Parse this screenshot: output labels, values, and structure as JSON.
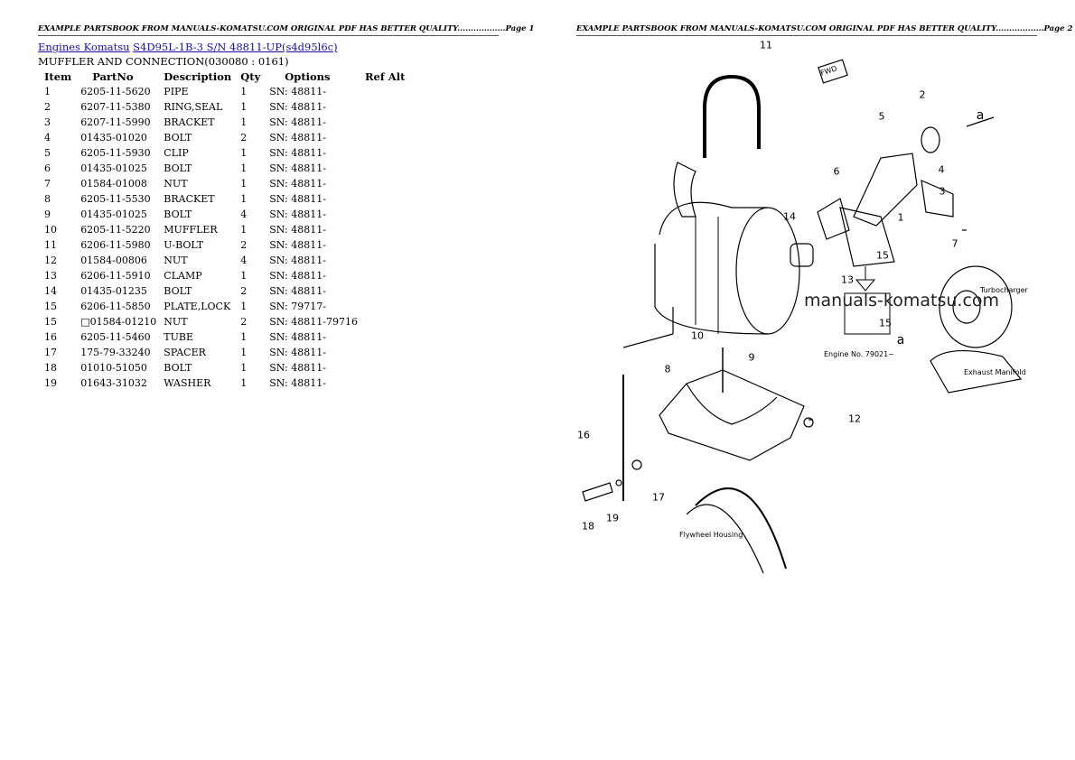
{
  "page1": {
    "header": "EXAMPLE PARTSBOOK FROM MANUALS-KOMATSU.COM ORIGINAL PDF HAS BETTER QUALITY..................Page 1",
    "breadcrumb": {
      "link1": "Engines Komatsu",
      "link2": "S4D95L-1B-3 S/N 48811-UP(s4d95l6c)"
    },
    "section_title": "MUFFLER AND CONNECTION(030080 : 0161)",
    "columns": [
      "Item",
      "PartNo",
      "Description",
      "Qty",
      "Options",
      "Ref Alt"
    ],
    "rows": [
      [
        "1",
        "6205-11-5620",
        "PIPE",
        "1",
        "SN: 48811-"
      ],
      [
        "2",
        "6207-11-5380",
        "RING,SEAL",
        "1",
        "SN: 48811-"
      ],
      [
        "3",
        "6207-11-5990",
        "BRACKET",
        "1",
        "SN: 48811-"
      ],
      [
        "4",
        "01435-01020",
        "BOLT",
        "2",
        "SN: 48811-"
      ],
      [
        "5",
        "6205-11-5930",
        "CLIP",
        "1",
        "SN: 48811-"
      ],
      [
        "6",
        "01435-01025",
        "BOLT",
        "1",
        "SN: 48811-"
      ],
      [
        "7",
        "01584-01008",
        "NUT",
        "1",
        "SN: 48811-"
      ],
      [
        "8",
        "6205-11-5530",
        "BRACKET",
        "1",
        "SN: 48811-"
      ],
      [
        "9",
        "01435-01025",
        "BOLT",
        "4",
        "SN: 48811-"
      ],
      [
        "10",
        "6205-11-5220",
        "MUFFLER",
        "1",
        "SN: 48811-"
      ],
      [
        "11",
        "6206-11-5980",
        "U-BOLT",
        "2",
        "SN: 48811-"
      ],
      [
        "12",
        "01584-00806",
        "NUT",
        "4",
        "SN: 48811-"
      ],
      [
        "13",
        "6206-11-5910",
        "CLAMP",
        "1",
        "SN: 48811-"
      ],
      [
        "14",
        "01435-01235",
        "BOLT",
        "2",
        "SN: 48811-"
      ],
      [
        "15",
        "6206-11-5850",
        "PLATE,LOCK",
        "1",
        "SN: 79717-"
      ],
      [
        "15",
        "□01584-01210",
        "NUT",
        "2",
        "SN: 48811-79716"
      ],
      [
        "16",
        "6205-11-5460",
        "TUBE",
        "1",
        "SN: 48811-"
      ],
      [
        "17",
        "175-79-33240",
        "SPACER",
        "1",
        "SN: 48811-"
      ],
      [
        "18",
        "01010-51050",
        "BOLT",
        "1",
        "SN: 48811-"
      ],
      [
        "19",
        "01643-31032",
        "WASHER",
        "1",
        "SN: 48811-"
      ]
    ]
  },
  "page2": {
    "header": "EXAMPLE PARTSBOOK FROM MANUALS-KOMATSU.COM ORIGINAL PDF HAS BETTER QUALITY..................Page 2",
    "watermark": "manuals-komatsu.com",
    "callouts": [
      "11",
      "2",
      "a",
      "5",
      "4",
      "6",
      "3",
      "14",
      "1",
      "7",
      "15",
      "13",
      "15",
      "10",
      "9",
      "8",
      "12",
      "16",
      "17",
      "18",
      "19",
      "a"
    ],
    "labels": {
      "fwd": "FWD",
      "turbocharger": "Turbocharger",
      "exhaust_manifold": "Exhaust Manifold",
      "engine_no": "Engine No. 79021~",
      "flywheel_housing": "Flywheel Housing"
    }
  }
}
